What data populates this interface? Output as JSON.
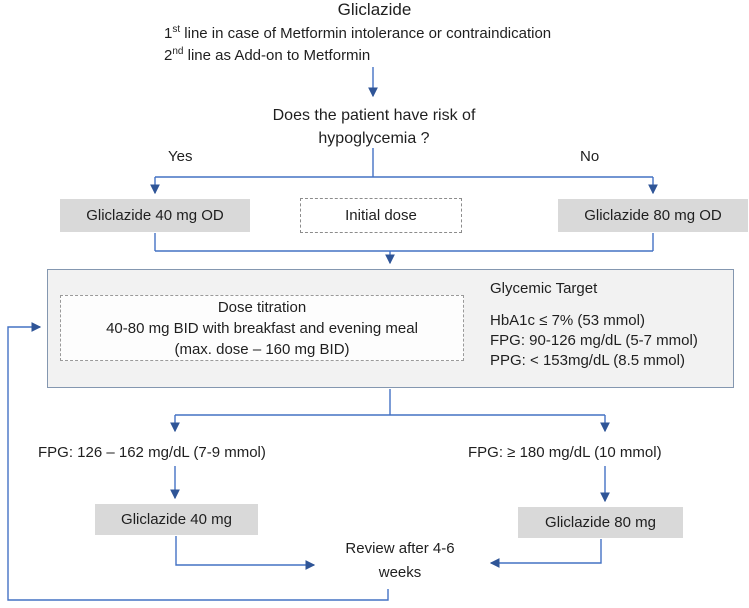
{
  "colors": {
    "accent": "#4472C4",
    "arrow": "#2F5597",
    "box_fill": "#D9D9D9",
    "panel_fill": "#F2F2F2",
    "panel_border": "#8497B0",
    "dashed_border": "#8C8C8C",
    "text": "#1F1F1F"
  },
  "header": {
    "title": "Gliclazide",
    "line1": {
      "num": "1",
      "sup": "st",
      "rest": " line in case of Metformin intolerance or contraindication"
    },
    "line2": {
      "num": "2",
      "sup": "nd",
      "rest": " line as Add-on to Metformin"
    }
  },
  "decision": {
    "question_line1": "Does the patient have risk of",
    "question_line2": "hypoglycemia ?",
    "yes_label": "Yes",
    "no_label": "No"
  },
  "initial_row": {
    "left_box": "Gliclazide 40 mg OD",
    "center_box": "Initial dose",
    "right_box": "Gliclazide 80 mg OD"
  },
  "titration_panel": {
    "dashed_box": {
      "line1": "Dose titration",
      "line2": "40-80 mg BID with breakfast and evening meal",
      "line3": "(max. dose – 160 mg BID)"
    },
    "glycemic_target": {
      "title": "Glycemic Target",
      "items": [
        "HbA1c ≤ 7% (53 mmol)",
        "FPG: 90-126 mg/dL (5-7 mmol)",
        "PPG: < 153mg/dL (8.5 mmol)"
      ]
    }
  },
  "followup": {
    "left_condition": "FPG: 126 – 162 mg/dL (7-9 mmol)",
    "right_condition": "FPG: ≥ 180 mg/dL (10 mmol)",
    "left_box": "Gliclazide 40 mg",
    "right_box": "Gliclazide 80 mg",
    "review_line1": "Review after 4-6",
    "review_line2": "weeks"
  }
}
